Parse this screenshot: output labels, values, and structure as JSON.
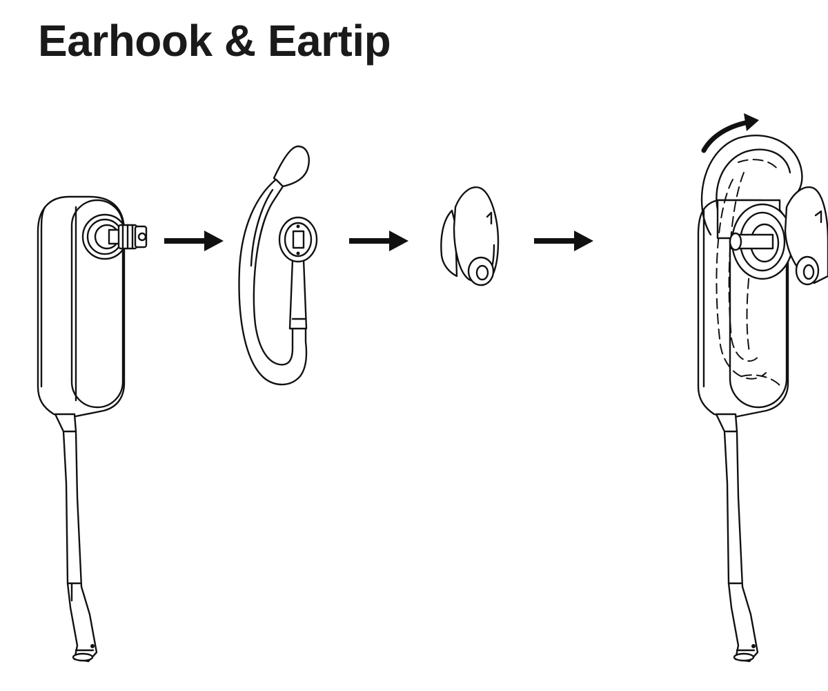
{
  "title": "Earhook & Eartip",
  "colors": {
    "line": "#111111",
    "title": "#1a1a1a",
    "background": "#ffffff"
  },
  "steps": [
    {
      "name": "headset-with-post"
    },
    {
      "name": "earhook"
    },
    {
      "name": "eartip"
    },
    {
      "name": "assembled-headset-with-rotation"
    }
  ],
  "icons": [
    "arrow-right-icon",
    "rotate-arrow-icon"
  ]
}
